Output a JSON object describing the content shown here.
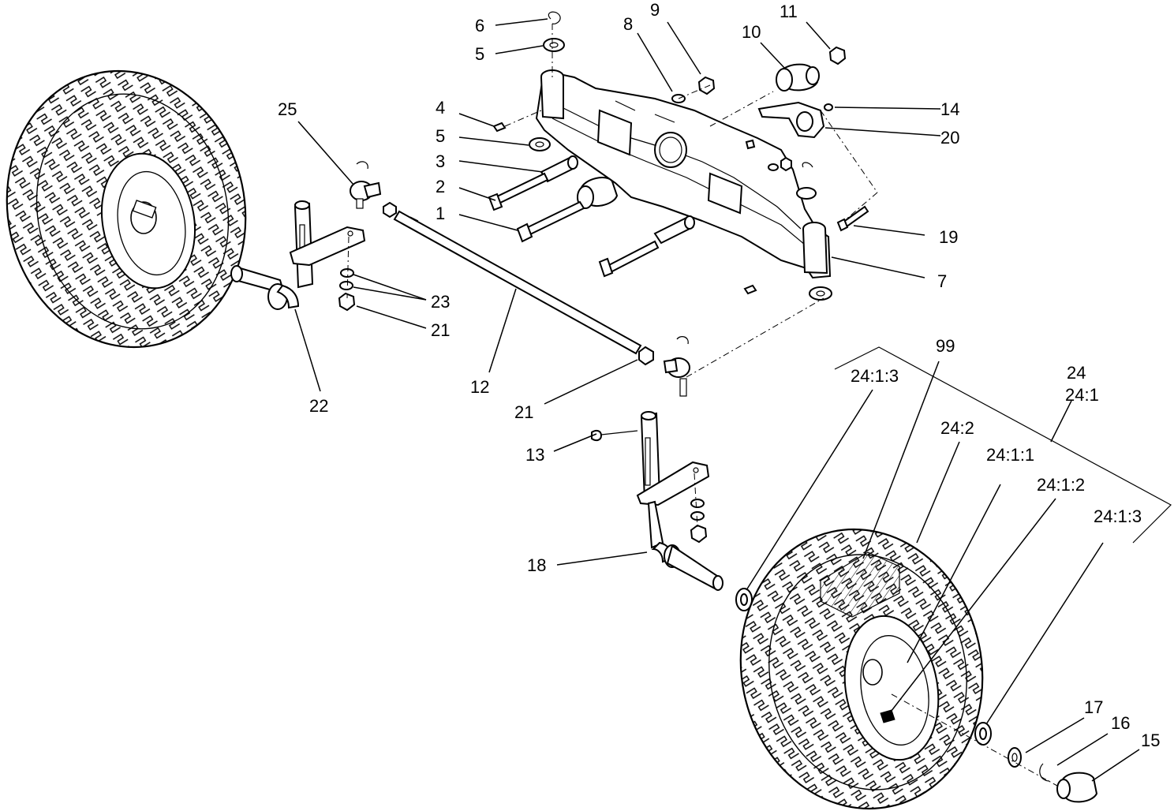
{
  "callouts": {
    "c1": "1",
    "c2": "2",
    "c3": "3",
    "c4": "4",
    "c5a": "5",
    "c5b": "5",
    "c6": "6",
    "c7": "7",
    "c8": "8",
    "c9": "9",
    "c10": "10",
    "c11": "11",
    "c12": "12",
    "c13": "13",
    "c14": "14",
    "c15": "15",
    "c16": "16",
    "c17": "17",
    "c18": "18",
    "c19": "19",
    "c20": "20",
    "c21a": "21",
    "c21b": "21",
    "c22": "22",
    "c23": "23",
    "c25": "25",
    "c99": "99",
    "c24": "24",
    "c24_1": "24:1",
    "c24_2": "24:2",
    "c24_1_1": "24:1:1",
    "c24_1_2": "24:1:2",
    "c24_1_3a": "24:1:3",
    "c24_1_3b": "24:1:3"
  }
}
